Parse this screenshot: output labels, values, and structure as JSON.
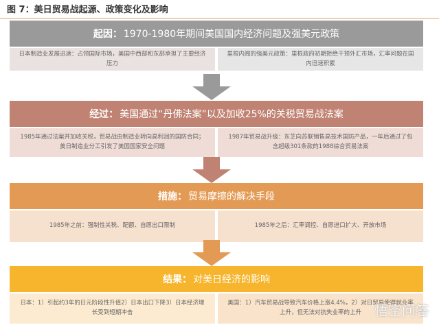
{
  "title": "图 7：美日贸易战起源、政策变化及影响",
  "sections": [
    {
      "label": "起因：",
      "heading": "1970-1980年期间美国国内经济问题及强美元政策",
      "left": "日本制造业发展迅速：占领国际市场，美国中西部和东部承担了主要经济压力",
      "right": "里根内阁的强美元政策：里根政府初期拒绝干预外汇市场，汇率问题在国内迅速积累",
      "color": "#9a9a9a",
      "box_left": "#e9e2e0",
      "box_right": "#e6e6e6"
    },
    {
      "label": "经过：",
      "heading": "美国通过“丹佛法案”以及加收25%的关税贸易战法案",
      "left": "1985年通过法案并加收关税，贸易战由制造业转向高利润的国防合同；美日制造业分工引发了美国国家安全问题",
      "right": "1987年贸易战升级：东芝向苏联销售高技术国防产品，一年后通过了包含超级301条款的1988综合贸易法案",
      "color": "#c08272",
      "box_left": "#efdcd6",
      "box_right": "#efdcd6"
    },
    {
      "label": "措施：",
      "heading": "贸易摩擦的解决手段",
      "left": "1985年之前：强制性关税、配额、自愿出口限制",
      "right": "1985年之后：汇率调控、自愿进口扩大、开放市场",
      "color": "#e39a55",
      "box_left": "#f6e1cf",
      "box_right": "#f6e1cf"
    },
    {
      "label": "结果：",
      "heading": "对美日经济的影响",
      "left": "日本：1）引起约3年的日元阶段性升值2）日本出口下降3）日本经济增长受到短期冲击",
      "right": "美国：1）汽车贸易战导致汽车价格上涨4.4%，2）对日贸易使得就业率上升，但无法对抗失业率的上升",
      "color": "#f6b52c",
      "box_left": "#fcebd0",
      "box_right": "#f9e3cb"
    }
  ],
  "watermark": "悟空问答"
}
